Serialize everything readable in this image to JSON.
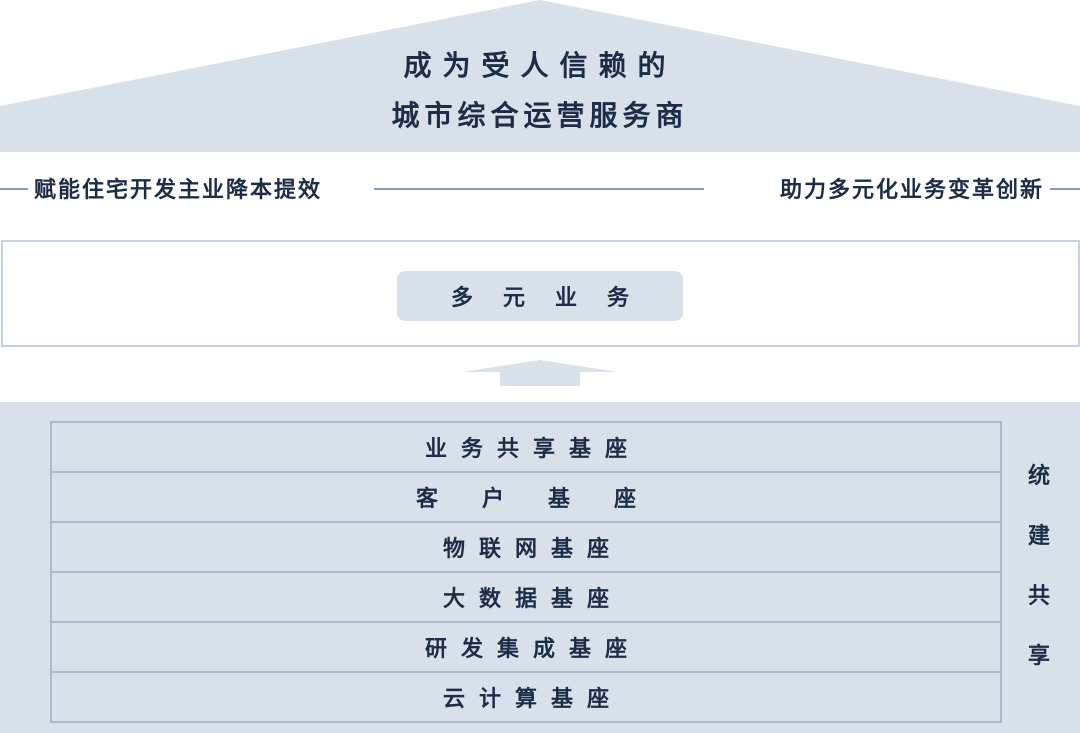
{
  "vision": {
    "line1": "成为受人信赖的",
    "line2": "城市综合运营服务商"
  },
  "slogans": {
    "left": "赋能住宅开发主业降本提效",
    "right": "助力多元化业务变革创新"
  },
  "business": {
    "label": "多元业务"
  },
  "foundations": [
    {
      "label": "业务共享基座",
      "spacing": "normal"
    },
    {
      "label": "客户基座",
      "spacing": "wide"
    },
    {
      "label": "物联网基座",
      "spacing": "normal"
    },
    {
      "label": "大数据基座",
      "spacing": "normal"
    },
    {
      "label": "研发集成基座",
      "spacing": "normal"
    },
    {
      "label": "云计算基座",
      "spacing": "normal"
    }
  ],
  "side_label": [
    "统",
    "建",
    "共",
    "享"
  ],
  "colors": {
    "roof": "#d8e0ea",
    "base": "#d8e0ea",
    "text": "#1d2d48",
    "lines": "#a9b8ca"
  }
}
